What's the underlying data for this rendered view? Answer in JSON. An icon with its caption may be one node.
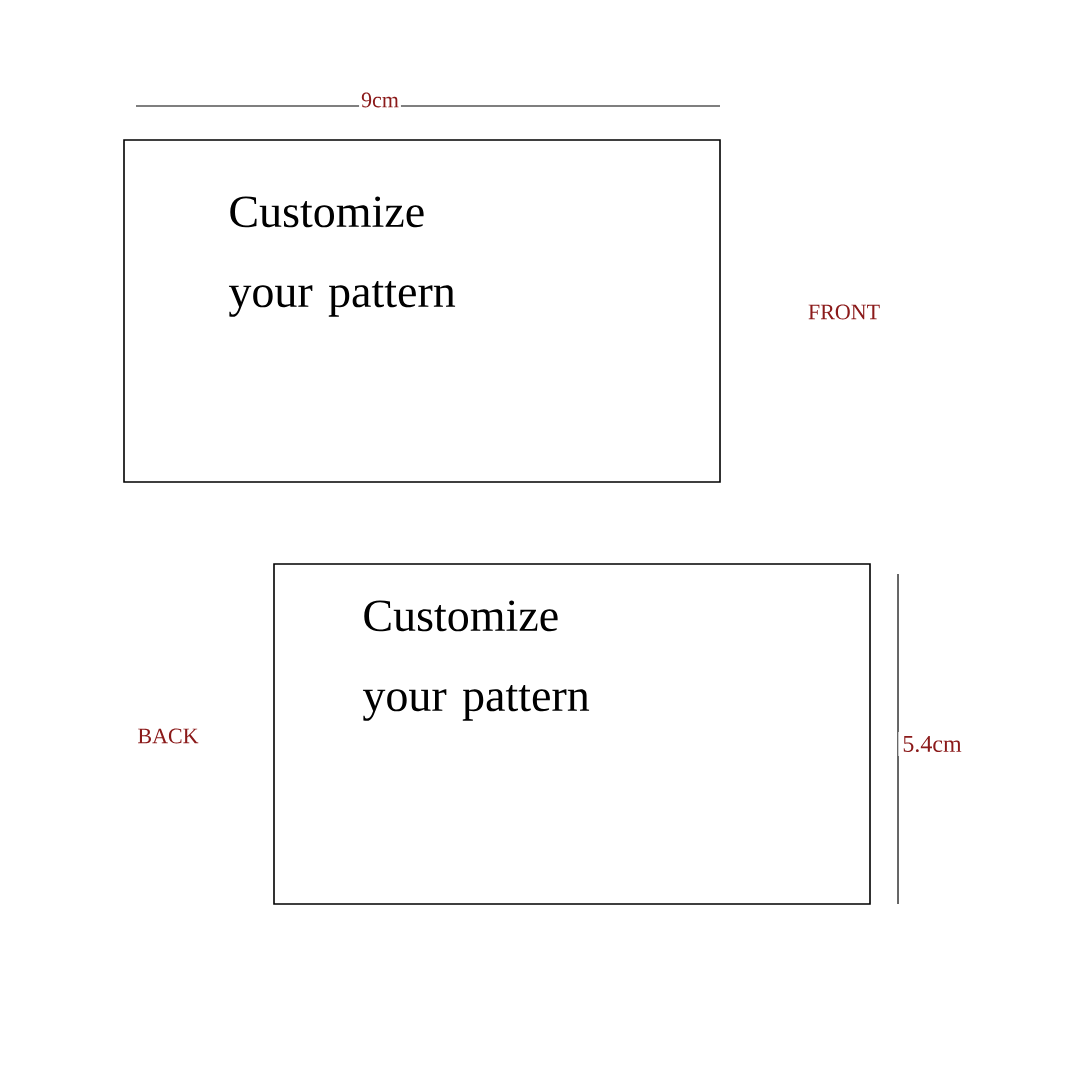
{
  "diagram": {
    "nodes": [
      {
        "text": [
          "Customize your pattern"
        ]
      },
      {
        "text": [
          "Customize your pattern"
        ]
      }
    ],
    "labels": [
      "9cm",
      "FRONT",
      "BACK",
      "5.4cm"
    ]
  }
}
